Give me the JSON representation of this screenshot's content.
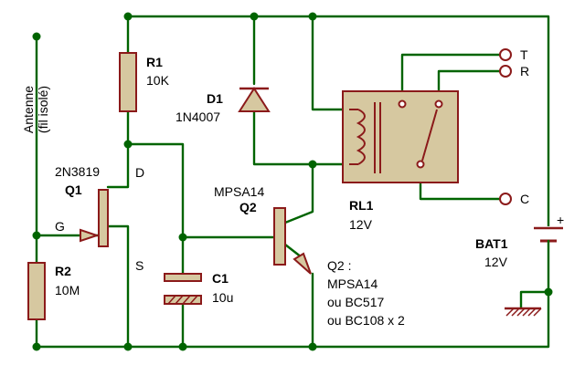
{
  "antenna": {
    "label": "Antenne",
    "sub": "(fil isolé)"
  },
  "R1": {
    "name": "R1",
    "value": "10K"
  },
  "R2": {
    "name": "R2",
    "value": "10M"
  },
  "D1": {
    "name": "D1",
    "value": "1N4007"
  },
  "Q1": {
    "type": "2N3819",
    "name": "Q1",
    "pin_d": "D",
    "pin_g": "G",
    "pin_s": "S"
  },
  "Q2": {
    "type": "MPSA14",
    "name": "Q2"
  },
  "C1": {
    "name": "C1",
    "value": "10u"
  },
  "RL1": {
    "name": "RL1",
    "value": "12V"
  },
  "BAT1": {
    "name": "BAT1",
    "value": "12V",
    "plus": "+"
  },
  "terminals": {
    "t": "T",
    "r": "R",
    "c": "C"
  },
  "note": {
    "line1": "Q2 :",
    "line2": "MPSA14",
    "line3": "ou BC517",
    "line4": "ou BC108 x 2"
  },
  "colors": {
    "wire": "#006400",
    "component": "#8b1a1a",
    "fill": "#d6c8a0"
  }
}
